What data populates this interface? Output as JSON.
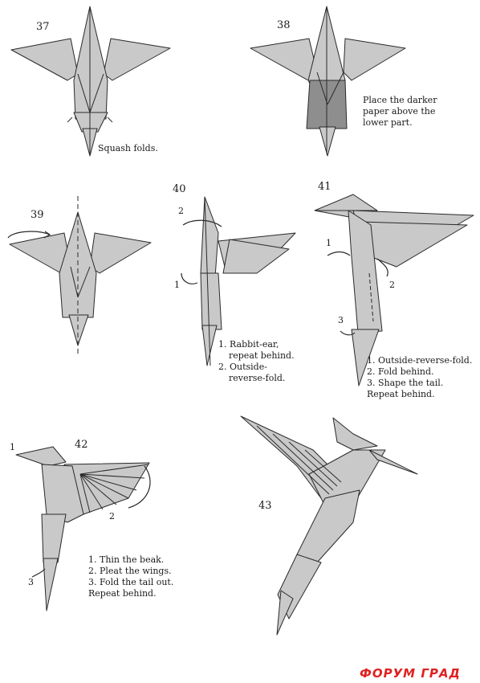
{
  "steps": [
    {
      "number": "37",
      "note": [
        "Squash folds."
      ]
    },
    {
      "number": "38",
      "note": [
        "Place the darker",
        "paper above the",
        "lower part."
      ]
    },
    {
      "number": "39",
      "note": []
    },
    {
      "number": "40",
      "note": [
        "1. Rabbit-ear,",
        "repeat behind.",
        "2. Outside-",
        "reverse-fold."
      ],
      "markers": [
        "2",
        "1"
      ]
    },
    {
      "number": "41",
      "note": [
        "1. Outside-reverse-fold.",
        "2. Fold behind.",
        "3. Shape the tail.",
        "Repeat behind."
      ],
      "markers": [
        "1",
        "2",
        "3"
      ]
    },
    {
      "number": "42",
      "note": [
        "1. Thin the beak.",
        "2. Pleat the wings.",
        "3. Fold the tail out.",
        "Repeat behind."
      ],
      "markers": [
        "1",
        "2",
        "3"
      ]
    },
    {
      "number": "43",
      "note": []
    }
  ],
  "watermark": "ФОРУМ ГРАД",
  "colors": {
    "paper": "#c9c9c9",
    "paper_dark": "#8e8e8e",
    "line": "#2a2a2a",
    "watermark": "#e02020"
  }
}
